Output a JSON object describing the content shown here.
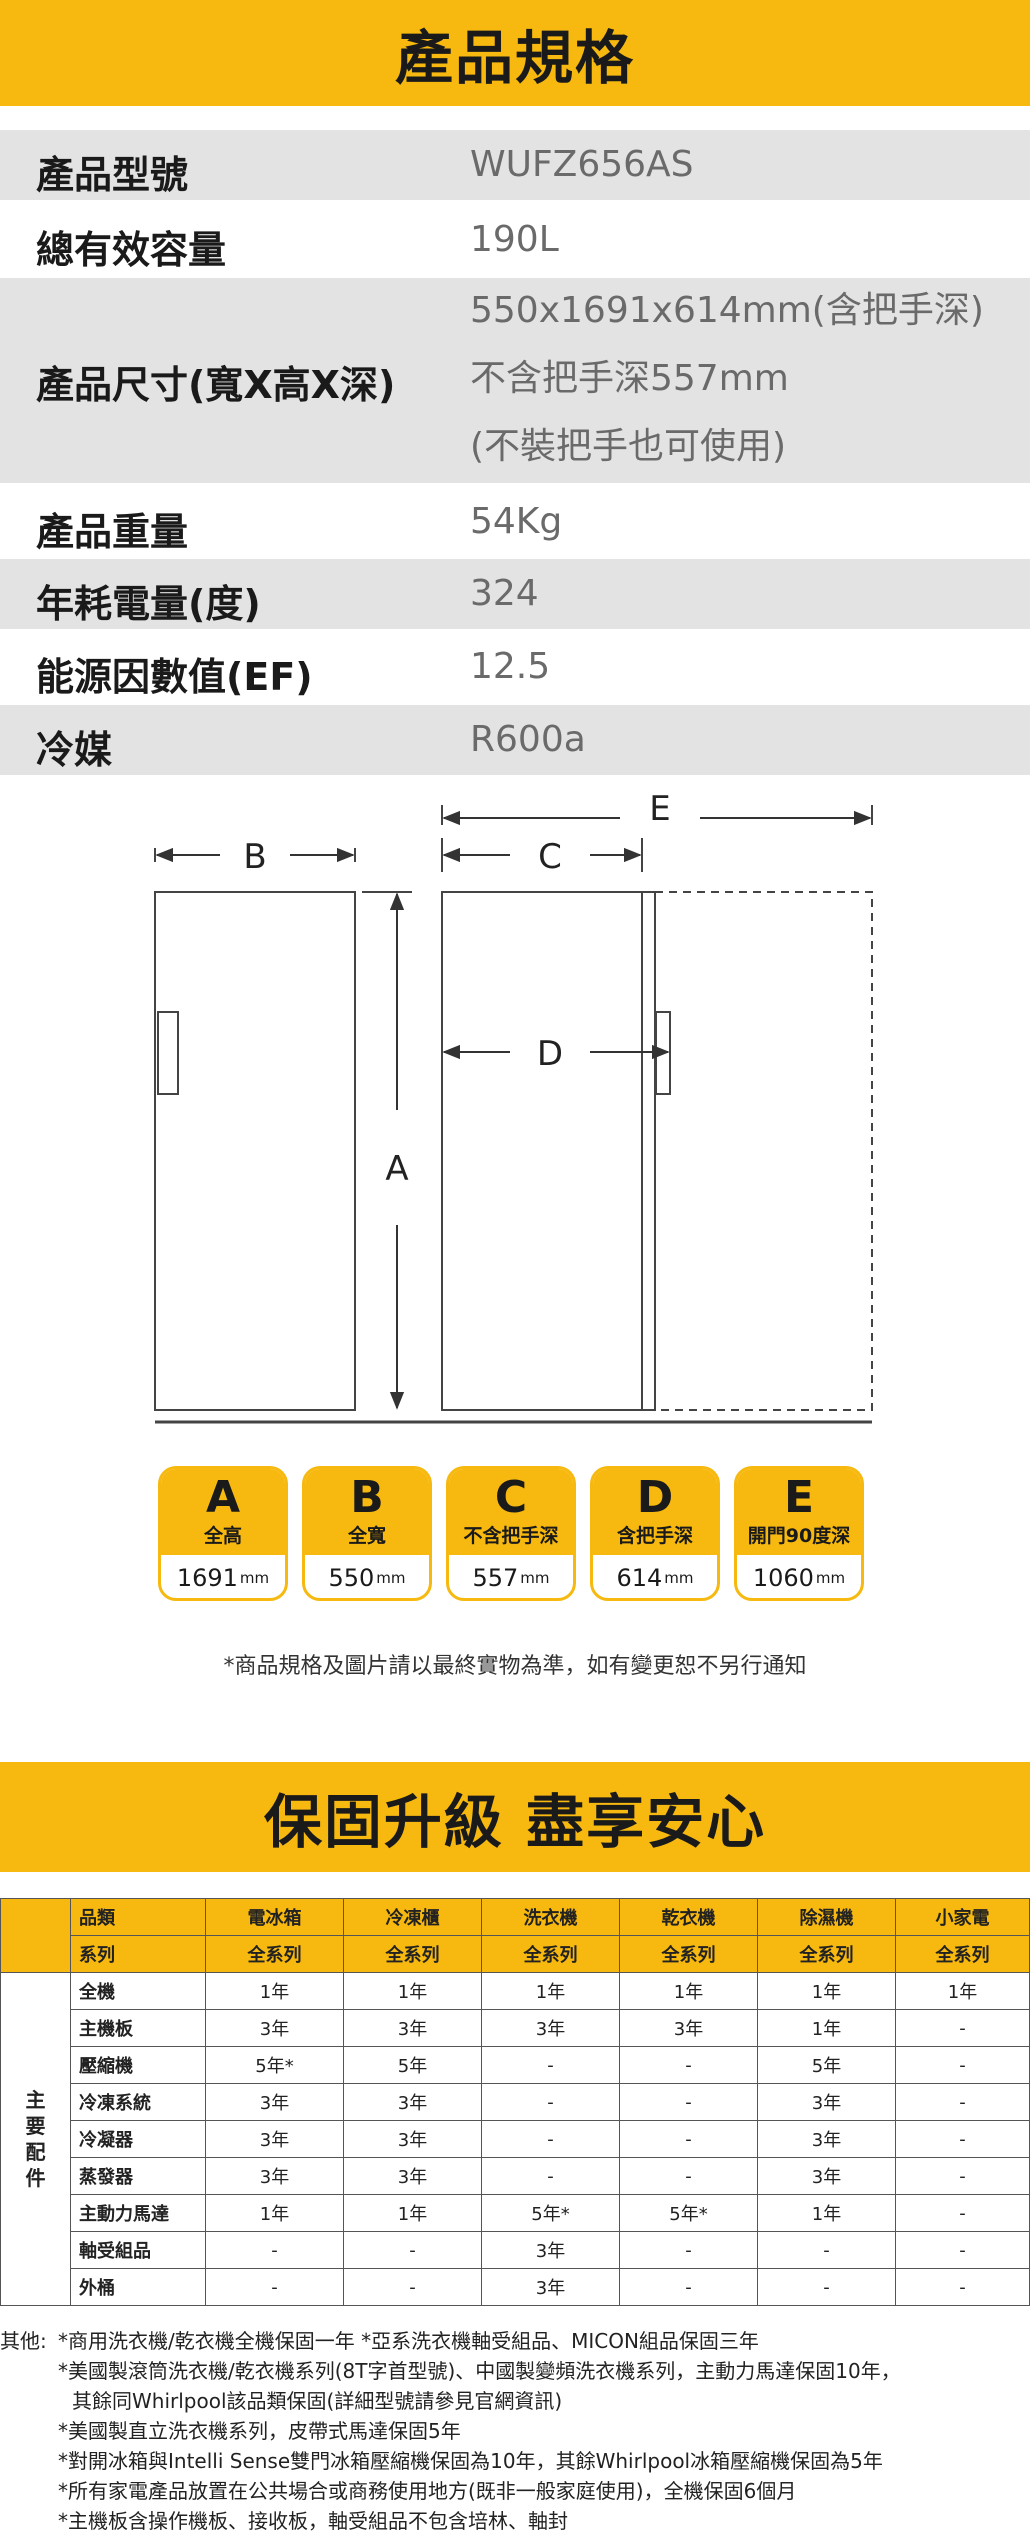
{
  "spec_section": {
    "title": "產品規格",
    "rows": [
      {
        "label": "產品型號",
        "values": [
          "WUFZ656AS"
        ]
      },
      {
        "label": "總有效容量",
        "values": [
          "190L"
        ]
      },
      {
        "label": "產品尺寸(寬X高X深)",
        "values": [
          "550x1691x614mm(含把手深)",
          "不含把手深557mm",
          "(不裝把手也可使用)"
        ]
      },
      {
        "label": "產品重量",
        "values": [
          "54Kg"
        ]
      },
      {
        "label": "年耗電量(度)",
        "values": [
          "324"
        ]
      },
      {
        "label": "能源因數值(EF)",
        "values": [
          "12.5"
        ]
      },
      {
        "label": "冷媒",
        "values": [
          "R600a"
        ]
      }
    ]
  },
  "diagram": {
    "labels": {
      "a": "A",
      "b": "B",
      "c": "C",
      "d": "D",
      "e": "E"
    }
  },
  "dimension_badges": [
    {
      "letter": "A",
      "name": "全高",
      "value": "1691",
      "unit": "mm"
    },
    {
      "letter": "B",
      "name": "全寬",
      "value": "550",
      "unit": "mm"
    },
    {
      "letter": "C",
      "name": "不含把手深",
      "value": "557",
      "unit": "mm"
    },
    {
      "letter": "D",
      "name": "含把手深",
      "value": "614",
      "unit": "mm"
    },
    {
      "letter": "E",
      "name": "開門90度深",
      "value": "1060",
      "unit": "mm"
    }
  ],
  "notice": "*商品規格及圖片請以最終實物為準，如有變更恕不另行通知",
  "warranty": {
    "title": "保固升級 盡享安心",
    "header_label": "品類",
    "series_label": "系列",
    "side_label": "主要配件",
    "categories": [
      "電冰箱",
      "冷凍櫃",
      "洗衣機",
      "乾衣機",
      "除濕機",
      "小家電"
    ],
    "series": [
      "全系列",
      "全系列",
      "全系列",
      "全系列",
      "全系列",
      "全系列"
    ],
    "rows": [
      {
        "label": "全機",
        "cells": [
          "1年",
          "1年",
          "1年",
          "1年",
          "1年",
          "1年"
        ]
      },
      {
        "label": "主機板",
        "cells": [
          "3年",
          "3年",
          "3年",
          "3年",
          "1年",
          "-"
        ]
      },
      {
        "label": "壓縮機",
        "cells": [
          "5年*",
          "5年",
          "-",
          "-",
          "5年",
          "-"
        ]
      },
      {
        "label": "冷凍系統",
        "cells": [
          "3年",
          "3年",
          "-",
          "-",
          "3年",
          "-"
        ]
      },
      {
        "label": "冷凝器",
        "cells": [
          "3年",
          "3年",
          "-",
          "-",
          "3年",
          "-"
        ]
      },
      {
        "label": "蒸發器",
        "cells": [
          "3年",
          "3年",
          "-",
          "-",
          "3年",
          "-"
        ]
      },
      {
        "label": "主動力馬達",
        "cells": [
          "1年",
          "1年",
          "5年*",
          "5年*",
          "1年",
          "-"
        ]
      },
      {
        "label": "軸受組品",
        "cells": [
          "-",
          "-",
          "3年",
          "-",
          "-",
          "-"
        ]
      },
      {
        "label": "外桶",
        "cells": [
          "-",
          "-",
          "3年",
          "-",
          "-",
          "-"
        ]
      }
    ],
    "notes_prefix": "其他:",
    "notes": [
      "*商用洗衣機/乾衣機全機保固一年 *亞系洗衣機軸受組品、MICON組品保固三年",
      "*美國製滾筒洗衣機/乾衣機系列(8T字首型號)、中國製變頻洗衣機系列，主動力馬達保固10年，",
      "其餘同Whirlpool該品類保固(詳細型號請參見官網資訊)",
      "*美國製直立洗衣機系列，皮帶式馬達保固5年",
      "*對開冰箱與Intelli Sense雙門冰箱壓縮機保固為10年，其餘Whirlpool冰箱壓縮機保固為5年",
      "*所有家電產品放置在公共場合或商務使用地方(既非一般家庭使用)，全機保固6個月",
      "*主機板含操作機板、接收板，軸受組品不包含培林、軸封"
    ]
  }
}
